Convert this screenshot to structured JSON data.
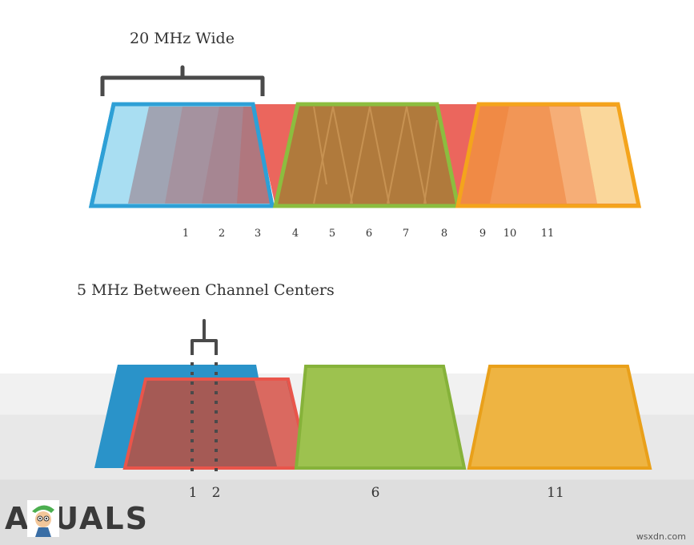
{
  "top_section": {
    "caption": "20 MHz Wide",
    "channel_labels": [
      "1",
      "2",
      "3",
      "4",
      "5",
      "6",
      "7",
      "8",
      "9",
      "10",
      "11"
    ]
  },
  "bottom_section": {
    "caption": "5 MHz Between Channel Centers",
    "channel_labels": [
      "1",
      "2",
      "6",
      "11"
    ]
  },
  "colors": {
    "blue": "#2ea0d6",
    "red": "#e9554b",
    "green": "#8cbd3f",
    "orange": "#f4a41c",
    "bracket": "#4a4a4a"
  },
  "logo": {
    "text": "APUALS",
    "mascot": "appuals-mascot-icon"
  },
  "watermark": "wsxdn.com"
}
